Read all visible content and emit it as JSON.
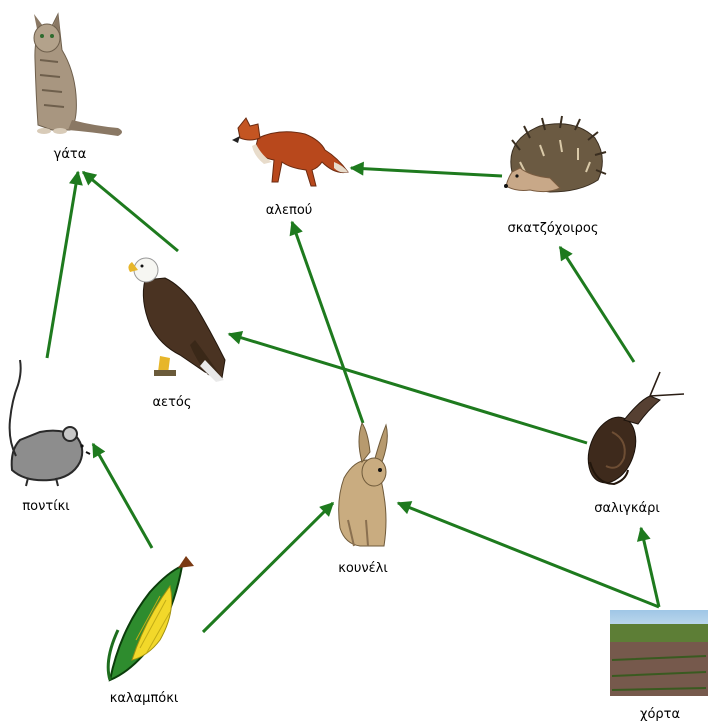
{
  "organisms": {
    "cat": {
      "label": "γάτα"
    },
    "fox": {
      "label": "αλεπού"
    },
    "hedgehog": {
      "label": "σκατζόχοιρος"
    },
    "eagle": {
      "label": "αετός"
    },
    "mouse": {
      "label": "ποντίκι"
    },
    "rabbit": {
      "label": "κουνέλι"
    },
    "snail": {
      "label": "σαλιγκάρι"
    },
    "corn": {
      "label": "καλαμπόκι"
    },
    "grass": {
      "label": "χόρτα"
    }
  },
  "arrow_color": "#1e7a1e",
  "relations": [
    {
      "from": "grass",
      "to": "snail"
    },
    {
      "from": "grass",
      "to": "rabbit"
    },
    {
      "from": "corn",
      "to": "rabbit"
    },
    {
      "from": "corn",
      "to": "mouse"
    },
    {
      "from": "snail",
      "to": "hedgehog"
    },
    {
      "from": "snail",
      "to": "eagle"
    },
    {
      "from": "hedgehog",
      "to": "fox"
    },
    {
      "from": "rabbit",
      "to": "fox"
    },
    {
      "from": "mouse",
      "to": "cat"
    },
    {
      "from": "eagle",
      "to": "cat"
    }
  ]
}
